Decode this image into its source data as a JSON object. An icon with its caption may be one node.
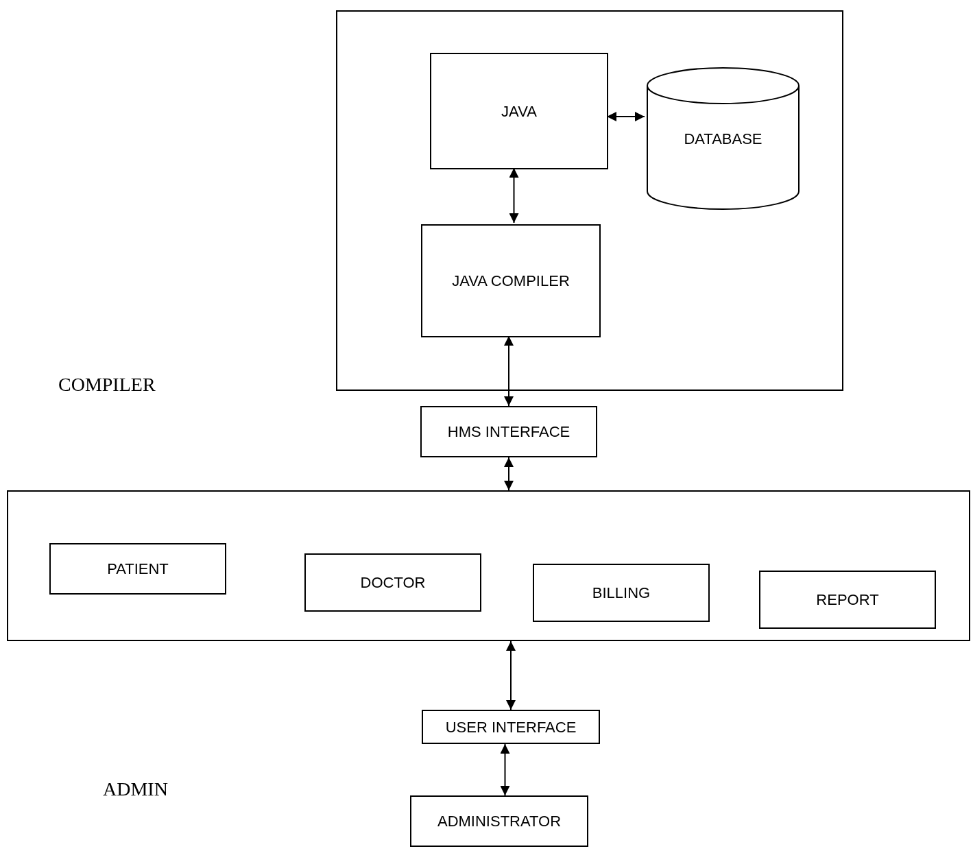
{
  "diagram": {
    "nodes": [
      {
        "text": [],
        "shape": "box"
      },
      {
        "text": [
          "JAVA"
        ],
        "in": 0
      },
      {
        "text": [
          "DATABASE"
        ],
        "in": 0
      },
      {
        "text": [
          "JAVA COMPILER"
        ],
        "in": 0
      },
      {
        "text": [
          "HMS INTERFACE"
        ]
      },
      {
        "text": [],
        "shape": "box"
      },
      {
        "text": [
          "PATIENT"
        ],
        "in": 5
      },
      {
        "text": [
          "DOCTOR"
        ],
        "in": 5
      },
      {
        "text": [
          "BILLING"
        ],
        "in": 5
      },
      {
        "text": [
          "REPORT"
        ],
        "in": 5
      },
      {
        "text": [
          "USER INTERFACE"
        ]
      },
      {
        "text": [
          "ADMINISTRATOR"
        ]
      }
    ],
    "edges": [
      {
        "from": 1,
        "to": 2,
        "arrow": "both"
      },
      {
        "from": 1,
        "to": 3,
        "arrow": "both"
      },
      {
        "from": 3,
        "to": 4,
        "arrow": "both"
      },
      {
        "from": 4,
        "to": 5,
        "arrow": "both"
      },
      {
        "from": 5,
        "to": 10,
        "arrow": "both"
      },
      {
        "from": 10,
        "to": 11,
        "arrow": "both"
      }
    ],
    "labels": [
      "COMPILER",
      "ADMIN"
    ]
  }
}
